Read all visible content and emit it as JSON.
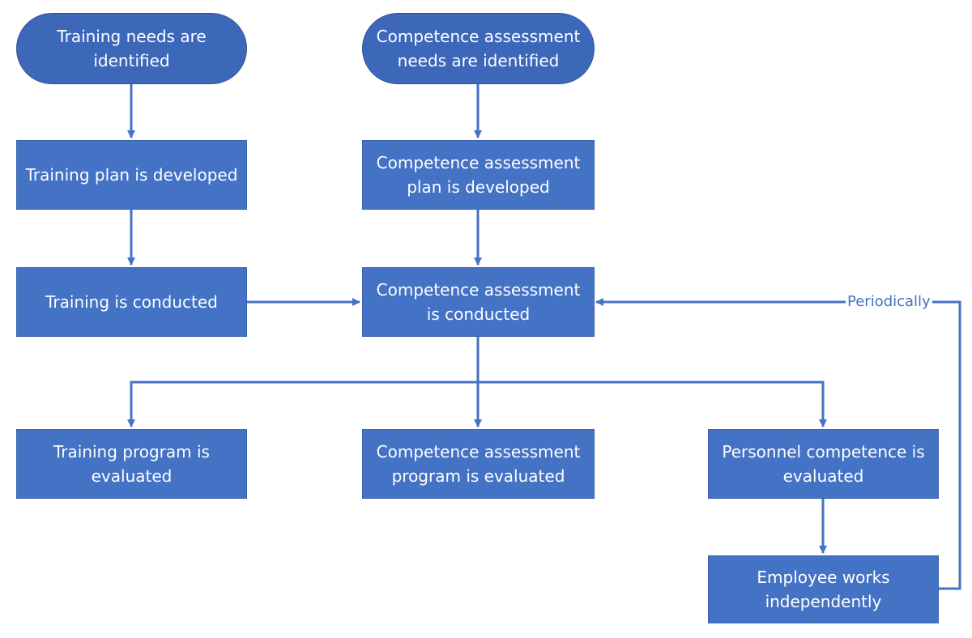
{
  "nodes": {
    "training_needs": "Training needs are identified",
    "assessment_needs": "Competence assessment needs are identified",
    "training_plan": "Training plan is developed",
    "assessment_plan": "Competence assessment plan is developed",
    "training_conducted": "Training is conducted",
    "assessment_conducted": "Competence assessment is conducted",
    "training_program_evaluated": "Training program is evaluated",
    "assessment_program_evaluated": "Competence assessment program is evaluated",
    "personnel_evaluated": "Personnel competence is evaluated",
    "employee_works": "Employee works independently"
  },
  "edge_labels": {
    "loop": "Periodically"
  },
  "colors": {
    "box_fill": "#4472c4",
    "terminal_fill": "#3d67b8",
    "connector": "#4472c4",
    "text": "#ffffff"
  }
}
